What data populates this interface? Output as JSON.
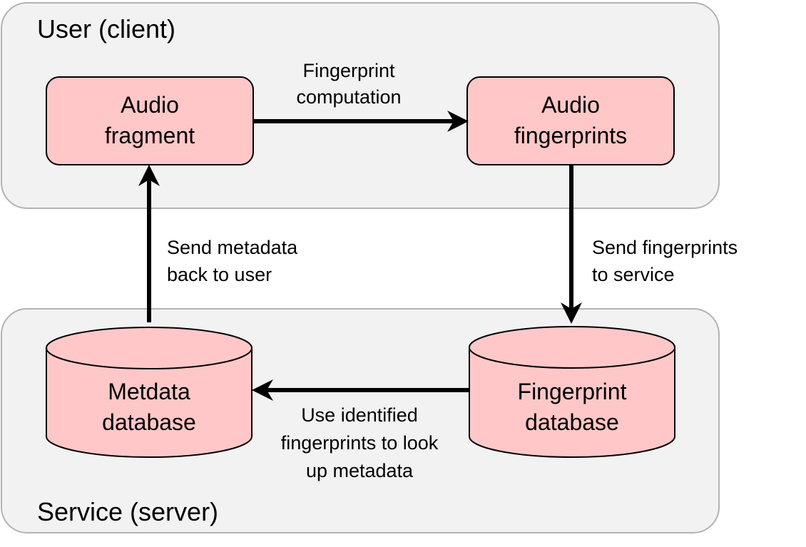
{
  "regions": {
    "client": {
      "label": "User (client)"
    },
    "server": {
      "label": "Service (server)"
    }
  },
  "nodes": {
    "audio_fragment": {
      "line1": "Audio",
      "line2": "fragment",
      "shape": "rounded-rectangle"
    },
    "audio_fingerprints": {
      "line1": "Audio",
      "line2": "fingerprints",
      "shape": "rounded-rectangle"
    },
    "fingerprint_database": {
      "line1": "Fingerprint",
      "line2": "database",
      "shape": "cylinder"
    },
    "metadata_database": {
      "line1": "Metdata",
      "line2": "database",
      "shape": "cylinder"
    }
  },
  "edges": {
    "fingerprint_computation": {
      "from": "Audio fragment",
      "to": "Audio fingerprints",
      "line1": "Fingerprint",
      "line2": "computation"
    },
    "send_fingerprints": {
      "from": "Audio fingerprints",
      "to": "Fingerprint database",
      "line1": "Send fingerprints",
      "line2": "to service"
    },
    "lookup_metadata": {
      "from": "Fingerprint database",
      "to": "Metdata database",
      "line1": "Use identified",
      "line2": "fingerprints to look",
      "line3": "up metadata"
    },
    "send_metadata_back": {
      "from": "Metdata database",
      "to": "Audio fragment",
      "line1": "Send metadata",
      "line2": "back to user"
    }
  },
  "colors": {
    "region_fill": "#f2f2f2",
    "region_stroke": "#b3b3b3",
    "node_fill": "#ffc7c8",
    "node_stroke": "#000000",
    "arrow": "#000000"
  }
}
